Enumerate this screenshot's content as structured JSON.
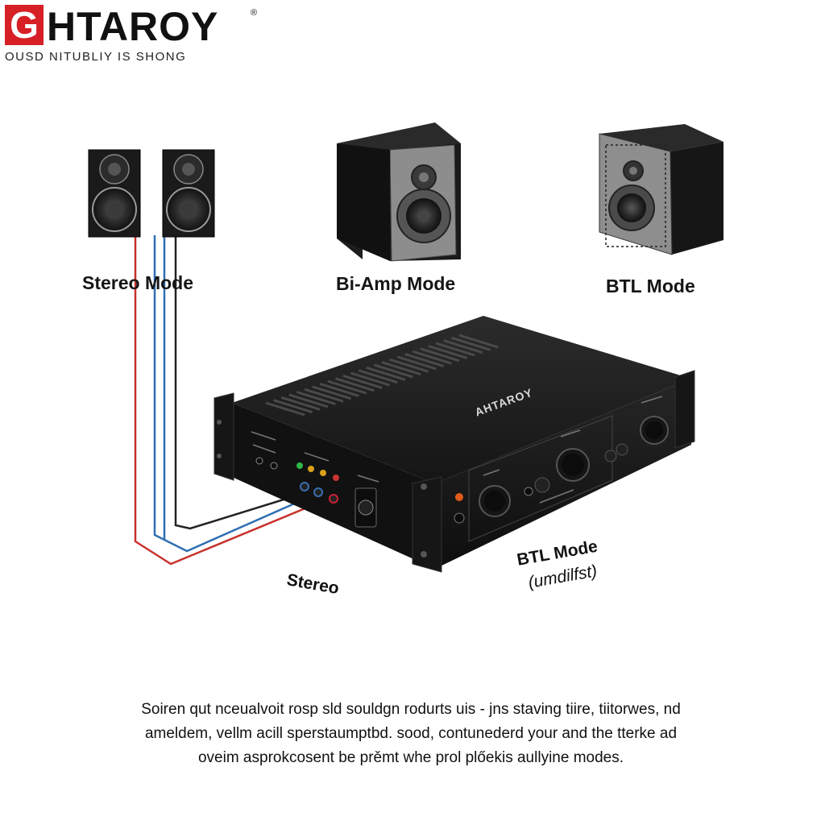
{
  "brand": {
    "mark": "G",
    "wordmark": "HTAROY",
    "registered": "®",
    "tagline": "OUSD NITUBLIY IS SHONG"
  },
  "modes": {
    "stereo": "Stereo Mode",
    "biamp": "Bi-Amp Mode",
    "btl": "BTL Mode"
  },
  "amplifier": {
    "brand_label": "AHTAROY"
  },
  "annotations": {
    "stereo": "Stereo",
    "btl": "BTL Mode",
    "btl_sub": "(umdilfst)"
  },
  "caption": {
    "line1": "Soiren qut nceualvoit rosp sld souldgn rodurts uis - jns staving tiire, tiitorwes, nd",
    "line2": "ameldem, vellm acill sperstaumptbd. sood, contunederd your and the tterke ad",
    "line3": "oveim asprokcosent be prěmt whe prol plőekis aullyine modes."
  },
  "colors": {
    "brand_red": "#d62026",
    "cable_red": "#c8312b",
    "cable_blue": "#2f6fb3",
    "cable_black": "#222222",
    "chassis": "#1b1b1b"
  }
}
